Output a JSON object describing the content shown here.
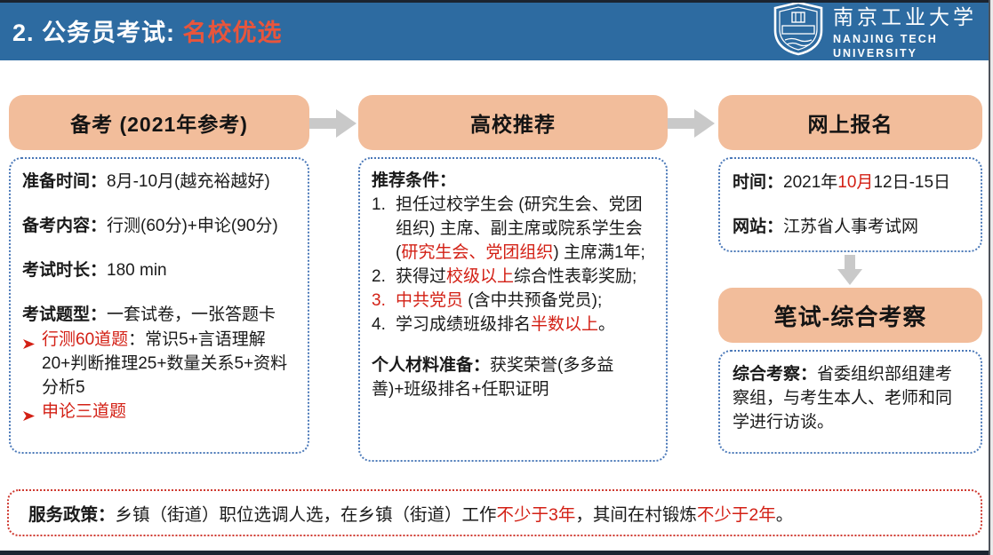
{
  "page": {
    "title_prefix": "2. 公务员考试: ",
    "title_highlight": "名校优选"
  },
  "logo": {
    "cn_name": "南京工业大学",
    "en_line1": "NANJING TECH",
    "en_line2": "UNIVERSITY"
  },
  "colors": {
    "header_blue": "#2d6ba1",
    "peach_box": "#f2bd9b",
    "emphasis_red": "#d32015",
    "title_highlight_red": "#e8553c",
    "dashed_border_blue": "#4a78b8",
    "policy_border_red": "#cf3a31",
    "arrow_gray": "#c9c9c9"
  },
  "flow": {
    "col1": {
      "header": "备考 (2021年参考)",
      "line1": [
        {
          "t": "准备时间：",
          "s": "b"
        },
        {
          "t": "8月-10月(越充裕越好)"
        }
      ],
      "line2": [
        {
          "t": "备考内容：",
          "s": "b"
        },
        {
          "t": "行测(60分)+申论(90分)"
        }
      ],
      "line3": [
        {
          "t": "考试时长：",
          "s": "b"
        },
        {
          "t": "180 min"
        }
      ],
      "line4": [
        {
          "t": "考试题型：",
          "s": "b"
        },
        {
          "t": "一套试卷，一张答题卡"
        }
      ],
      "bullet1": [
        {
          "t": "行测60道题",
          "s": "r"
        },
        {
          "t": "：常识5+言语理解20+判断推理25+数量关系5+资料分析5"
        }
      ],
      "bullet2": [
        {
          "t": "申论三道题",
          "s": "r"
        }
      ]
    },
    "col2": {
      "header": "高校推荐",
      "conditions_title": "推荐条件：",
      "item1_num": "1.",
      "item1": [
        {
          "t": "担任过校学生会 (研究生会、党团组织) 主席、副主席或院系学生会 ("
        },
        {
          "t": "研究生会、党团组织",
          "s": "r"
        },
        {
          "t": ") 主席满1年;"
        }
      ],
      "item2_num": "2.",
      "item2": [
        {
          "t": "获得过"
        },
        {
          "t": "校级以上",
          "s": "r"
        },
        {
          "t": "综合性表彰奖励;"
        }
      ],
      "item3_num": "3.",
      "item3": [
        {
          "t": "中共党员",
          "s": "r"
        },
        {
          "t": " (含中共预备党员);"
        }
      ],
      "item4_num": "4.",
      "item4": [
        {
          "t": "学习成绩班级排名"
        },
        {
          "t": "半数以上",
          "s": "r"
        },
        {
          "t": "。"
        }
      ],
      "materials": [
        {
          "t": "个人材料准备：",
          "s": "b"
        },
        {
          "t": "获奖荣誉(多多益善)+班级排名+任职证明"
        }
      ]
    },
    "col3": {
      "header": "网上报名",
      "time_line": [
        {
          "t": "时间：",
          "s": "b"
        },
        {
          "t": "2021年"
        },
        {
          "t": "10月",
          "s": "r"
        },
        {
          "t": "12日-15日"
        }
      ],
      "site_line": [
        {
          "t": "网站：",
          "s": "b"
        },
        {
          "t": "江苏省人事考试网"
        }
      ],
      "exam_header": "笔试-综合考察",
      "inspection": [
        {
          "t": "综合考察：",
          "s": "b"
        },
        {
          "t": "省委组织部组建考察组，与考生本人、老师和同学进行访谈。"
        }
      ]
    }
  },
  "footer": {
    "policy": [
      {
        "t": "服务政策：",
        "s": "b"
      },
      {
        "t": "乡镇（街道）职位选调人选，在乡镇（街道）工作"
      },
      {
        "t": "不少于3年",
        "s": "r"
      },
      {
        "t": "，其间在村锻炼"
      },
      {
        "t": "不少于2年",
        "s": "r"
      },
      {
        "t": "。"
      }
    ]
  }
}
